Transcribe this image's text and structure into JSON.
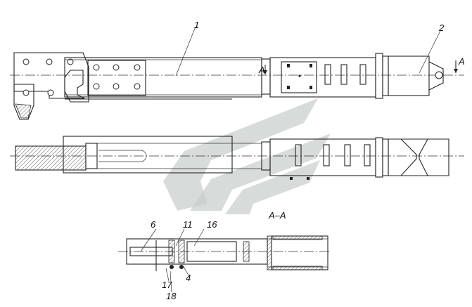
{
  "labels": {
    "part_1": "1",
    "part_2": "2",
    "part_4": "4",
    "part_6": "6",
    "part_11": "11",
    "part_16": "16",
    "part_17": "17",
    "part_18": "18",
    "section_mark_left": "A",
    "section_mark_right": "A",
    "section_title": "A–A"
  },
  "colors": {
    "line": "#222222",
    "watermark": "#c9cfcc",
    "background": "#ffffff"
  }
}
